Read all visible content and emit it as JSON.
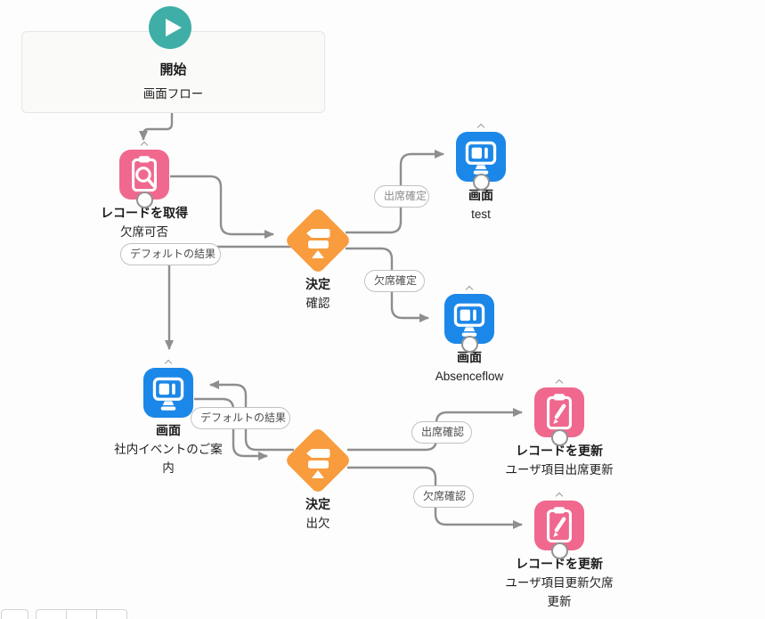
{
  "flow": {
    "start_node": {
      "title": "開始",
      "subtitle": "画面フロー"
    },
    "nodes": [
      {
        "id": "get-records-kesseki",
        "type_label": "レコードを取得",
        "name_label": "欠席可否",
        "icon": "clipboard-search-icon",
        "color": "#F0688E"
      },
      {
        "id": "decision-kakunin",
        "type_label": "決定",
        "name_label": "確認",
        "icon": "signpost-icon",
        "color": "#F89C3E"
      },
      {
        "id": "screen-test",
        "type_label": "画面",
        "name_label": "test",
        "icon": "screen-icon",
        "color": "#1B87E8"
      },
      {
        "id": "screen-absenceflow",
        "type_label": "画面",
        "name_label": "Absenceflow",
        "icon": "screen-icon",
        "color": "#1B87E8"
      },
      {
        "id": "screen-event",
        "type_label": "画面",
        "name_label": "社内イベントのご案内",
        "icon": "screen-icon",
        "color": "#1B87E8"
      },
      {
        "id": "decision-shukketsu",
        "type_label": "決定",
        "name_label": "出欠",
        "icon": "signpost-icon",
        "color": "#F89C3E"
      },
      {
        "id": "update-records-attend",
        "type_label": "レコードを更新",
        "name_label": "ユーザ項目出席更新",
        "icon": "clipboard-pencil-icon",
        "color": "#F0688E"
      },
      {
        "id": "update-records-absent",
        "type_label": "レコードを更新",
        "name_label": "ユーザ項目更新欠席更新",
        "icon": "clipboard-pencil-icon",
        "color": "#F0688E"
      }
    ],
    "connector_labels": {
      "decision1_default": "デフォルトの結果",
      "decision1_attend": "出席確定",
      "decision1_absent": "欠席確定",
      "decision2_default": "デフォルトの結果",
      "decision2_attend": "出席確認",
      "decision2_absent": "欠席確認"
    },
    "colors": {
      "start_teal": "#3FAEA7",
      "data_pink": "#F0688E",
      "screen_blue": "#1B87E8",
      "logic_orange": "#F89C3E",
      "connector_gray": "#8E8E8E",
      "canvas_bg": "#FDFDFD"
    }
  }
}
